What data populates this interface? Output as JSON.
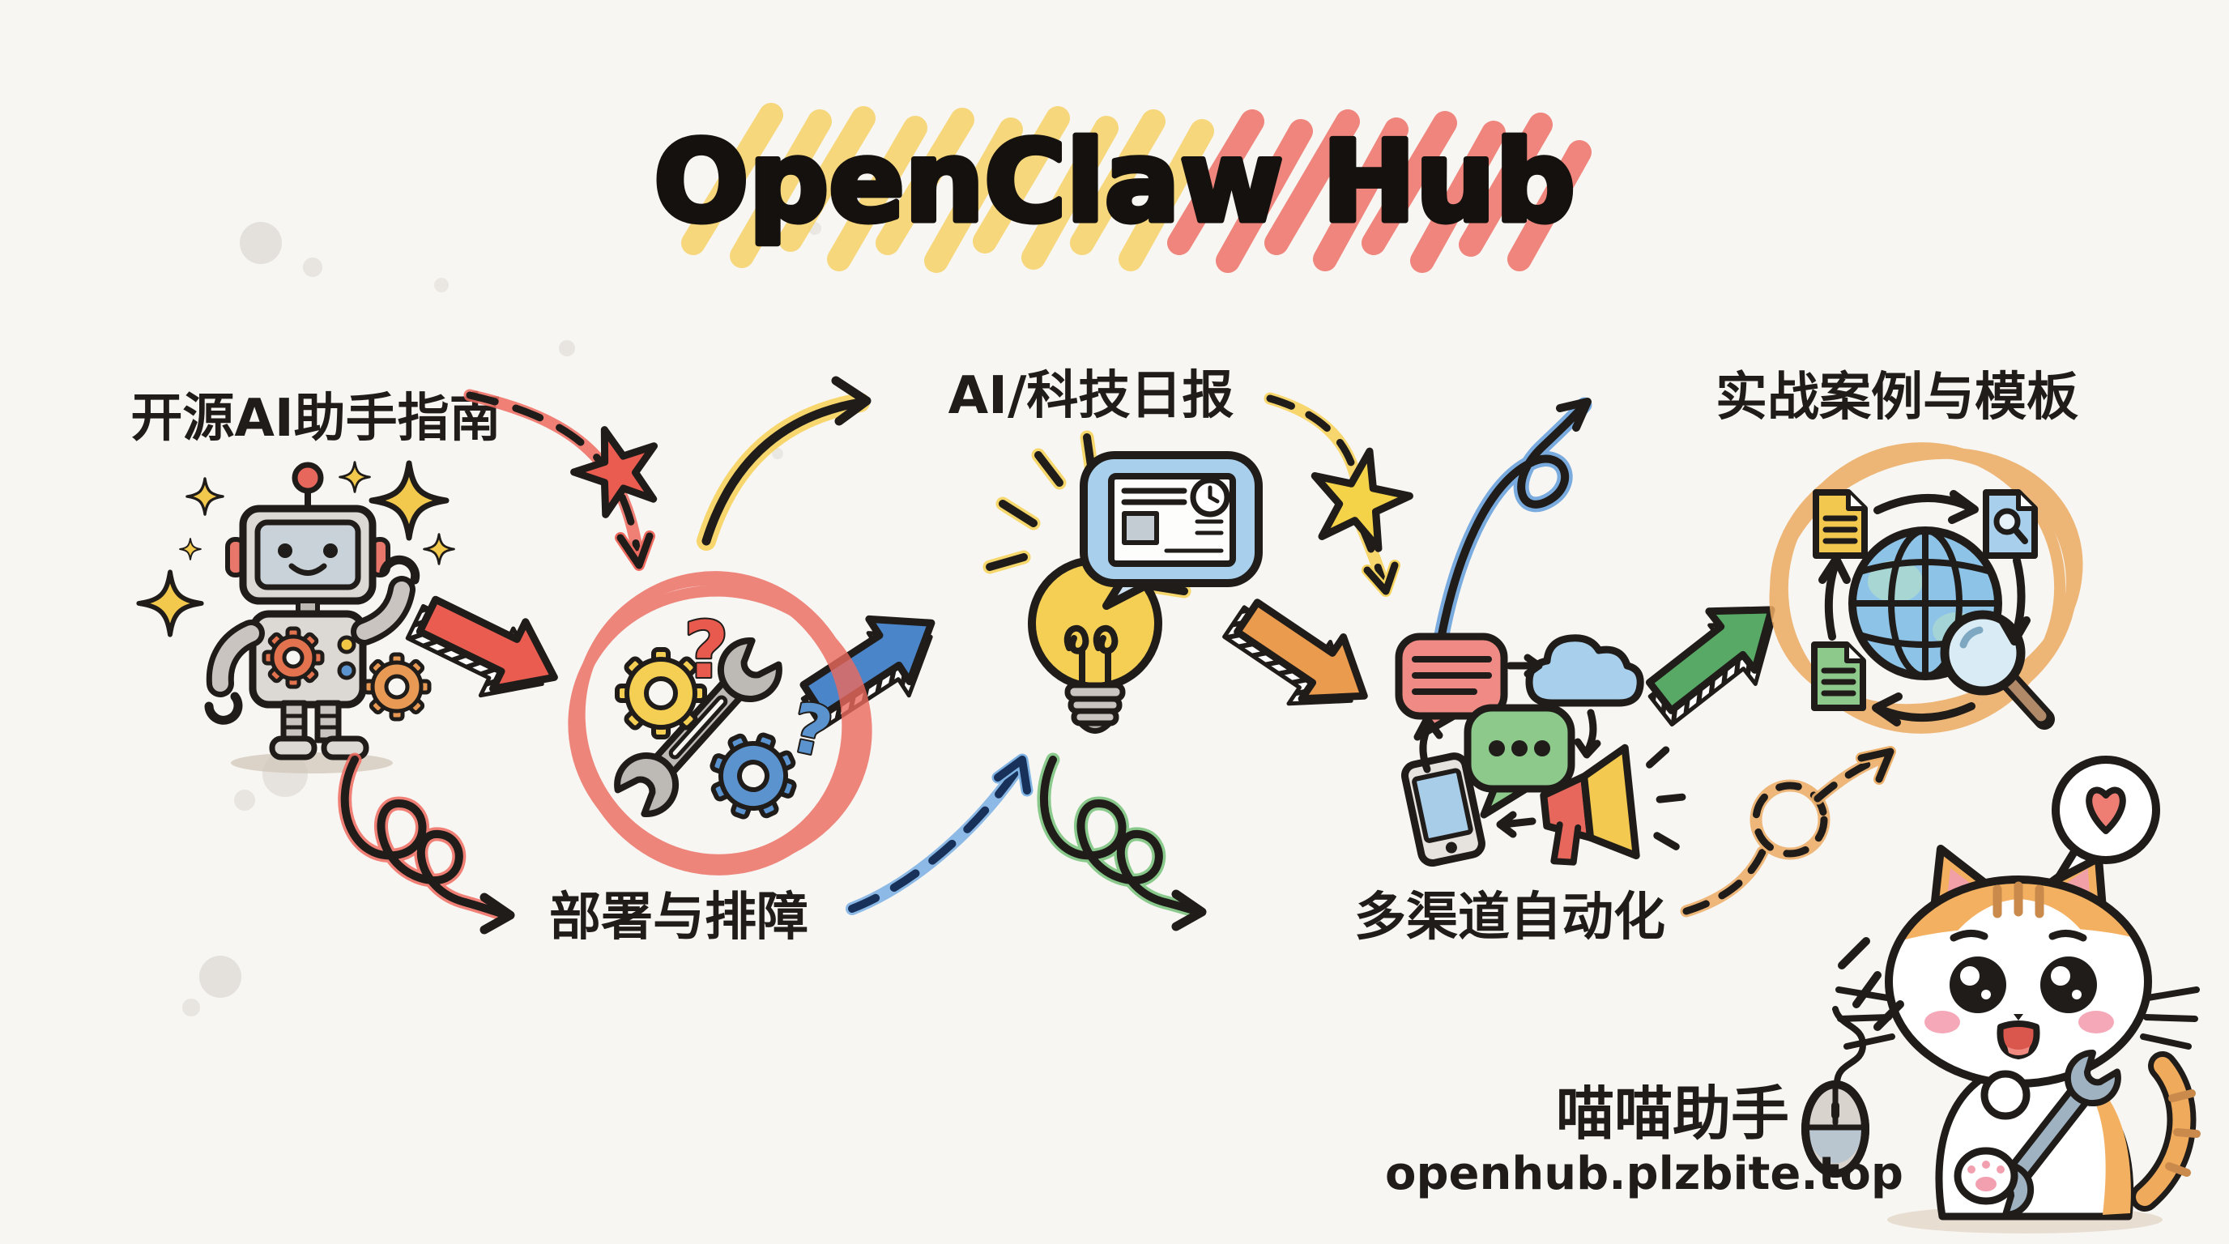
{
  "title": "OpenClaw Hub",
  "labels": {
    "guide": "开源AI助手指南",
    "daily": "AI/科技日报",
    "cases": "实战案例与模板",
    "deploy": "部署与排障",
    "channels": "多渠道自动化"
  },
  "footer": {
    "brand": "喵喵助手",
    "site": "openhub.plzbite.top"
  },
  "question_marks": {
    "red": "?",
    "blue": "?"
  },
  "icons": {
    "robot": "robot-mascot-icon",
    "sparkles": "sparkle-stars",
    "troubleshoot": "wrench-and-gears-icon",
    "idea": "lightbulb-icon",
    "news": "newspaper-speech-bubble-icon",
    "channels": [
      "chat-bubble-icon",
      "cloud-icon",
      "dots-bubble-icon",
      "smartphone-icon",
      "megaphone-icon"
    ],
    "cases": [
      "document-icon",
      "globe-icon",
      "magnifier-icon"
    ],
    "mascot": [
      "cat-icon",
      "computer-mouse-icon",
      "wrench-icon",
      "heart-bubble-icon"
    ]
  },
  "colors": {
    "paper": "#f8f6f2",
    "ink": "#1f1c19",
    "yellow": "#f5cf54",
    "red": "#ea5c50",
    "blue": "#4a84c9",
    "green": "#58a866",
    "orange": "#eb9b4d",
    "sky": "#a8cfec",
    "pink": "#ef8a85",
    "grey": "#c9c4bf"
  }
}
